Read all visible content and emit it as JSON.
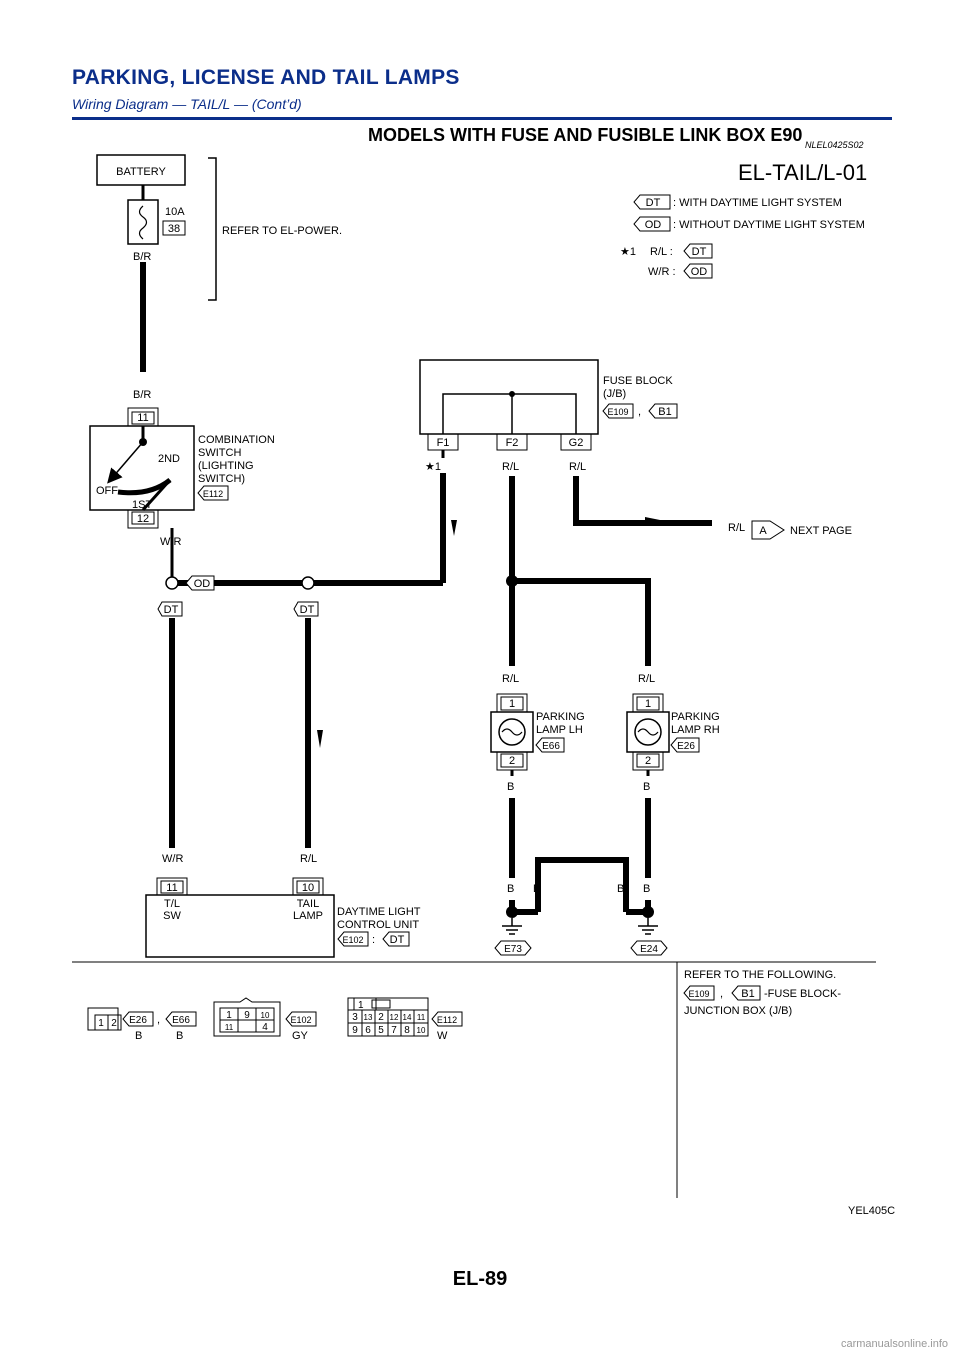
{
  "header": {
    "title": "PARKING, LICENSE AND TAIL LAMPS",
    "subtitle": "Wiring Diagram — TAIL/L — (Cont’d)"
  },
  "section": {
    "title": "MODELS WITH FUSE AND FUSIBLE LINK BOX E90",
    "code": "NLEL0425S02"
  },
  "diagram": {
    "id": "EL-TAIL/L-01",
    "battery": "BATTERY",
    "fuse_amp": "10A",
    "fuse_no": "38",
    "refer_power": "REFER TO EL-POWER.",
    "legend": {
      "dt_tag": "DT",
      "dt_desc": ": WITH DAYTIME LIGHT SYSTEM",
      "od_tag": "OD",
      "od_desc": ": WITHOUT DAYTIME LIGHT SYSTEM",
      "star": "★1",
      "rl": "R/L :",
      "wr": "W/R :"
    },
    "wires": {
      "br": "B/R",
      "wr": "W/R",
      "rl": "R/L",
      "b": "B"
    },
    "combo_switch": {
      "name_lines": [
        "COMBINATION",
        "SWITCH",
        "(LIGHTING",
        "SWITCH)"
      ],
      "connector": "E112",
      "pin_top": "11",
      "pin_bottom": "12",
      "pos_off": "OFF",
      "pos_1st": "1ST",
      "pos_2nd": "2ND"
    },
    "fuse_block": {
      "name_lines": [
        "FUSE BLOCK",
        "(J/B)"
      ],
      "conn1": "E109",
      "conn2": "B1",
      "sep": ",",
      "f1": "F1",
      "f2": "F2",
      "g2": "G2",
      "star": "★1"
    },
    "next_page": {
      "tag": "A",
      "label": "NEXT PAGE"
    },
    "parking_lh": {
      "name_lines": [
        "PARKING",
        "LAMP LH"
      ],
      "connector": "E66",
      "pin1": "1",
      "pin2": "2"
    },
    "parking_rh": {
      "name_lines": [
        "PARKING",
        "LAMP RH"
      ],
      "connector": "E26",
      "pin1": "1",
      "pin2": "2"
    },
    "dlcu": {
      "name_lines": [
        "DAYTIME LIGHT",
        "CONTROL UNIT"
      ],
      "connector": "E102",
      "colon": ":",
      "pin11": "11",
      "pin10": "10",
      "pin11_lines": [
        "T/L",
        "SW"
      ],
      "pin10_lines": [
        "TAIL",
        "LAMP"
      ]
    },
    "grounds": [
      "E73",
      "E24"
    ]
  },
  "connectors_ref": {
    "c1": {
      "pins": [
        "1",
        "2"
      ],
      "ids": [
        "E26",
        "E66"
      ],
      "sep": ",",
      "colors": [
        "B",
        "B"
      ]
    },
    "c2": {
      "pins": [
        "1",
        "9",
        "10",
        "11",
        "4"
      ],
      "id": "E102",
      "color": "GY"
    },
    "c3": {
      "top": "1",
      "row1": [
        "3",
        "13",
        "2",
        "12",
        "14",
        "11"
      ],
      "row2": [
        "9",
        "6",
        "5",
        "7",
        "8",
        "10"
      ],
      "id": "E112",
      "color": "W"
    },
    "refer": {
      "line1": "REFER TO THE FOLLOWING.",
      "conn1": "E109",
      "sep": ",",
      "conn2": "B1",
      "line2": "-FUSE BLOCK-",
      "line3": "JUNCTION BOX (J/B)"
    }
  },
  "figure_code": "YEL405C",
  "page_number": "EL-89",
  "footer": "carmanualsonline.info"
}
